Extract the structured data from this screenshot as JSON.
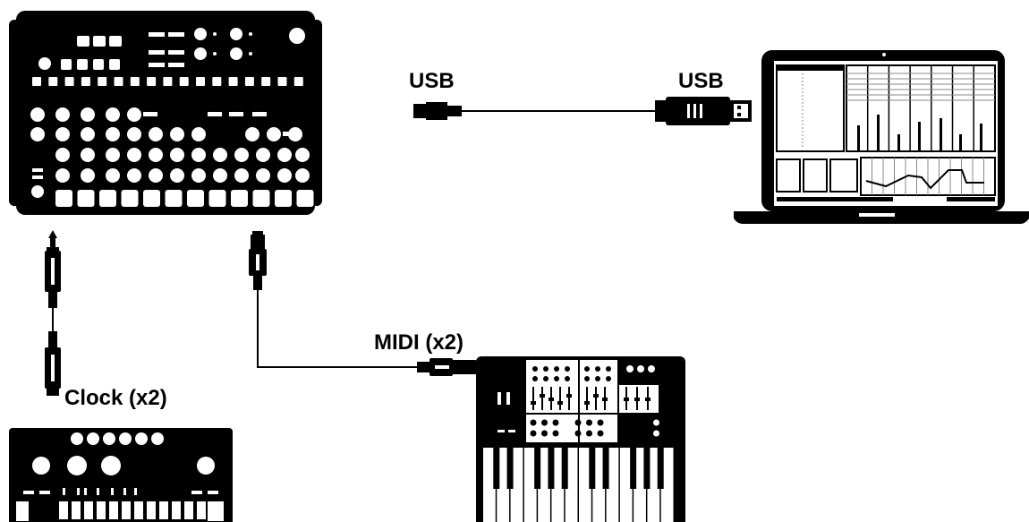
{
  "labels": {
    "usb_left": "USB",
    "usb_right": "USB",
    "midi": "MIDI (x2)",
    "clock": "Clock (x2)"
  },
  "colors": {
    "ink": "#000000",
    "paper": "#ffffff",
    "screen_grid": "#888888"
  },
  "devices": [
    {
      "id": "sequencer",
      "icon": "sequencer-controller-icon"
    },
    {
      "id": "laptop",
      "icon": "laptop-icon"
    },
    {
      "id": "drum-machine",
      "icon": "drum-machine-icon"
    },
    {
      "id": "synthesizer",
      "icon": "synthesizer-keyboard-icon"
    }
  ],
  "connectors": [
    {
      "id": "usb-cable",
      "icon": "usb-cable-icon"
    },
    {
      "id": "clock-cable",
      "icon": "jack-cable-icon"
    },
    {
      "id": "midi-cable",
      "icon": "midi-cable-icon"
    }
  ]
}
